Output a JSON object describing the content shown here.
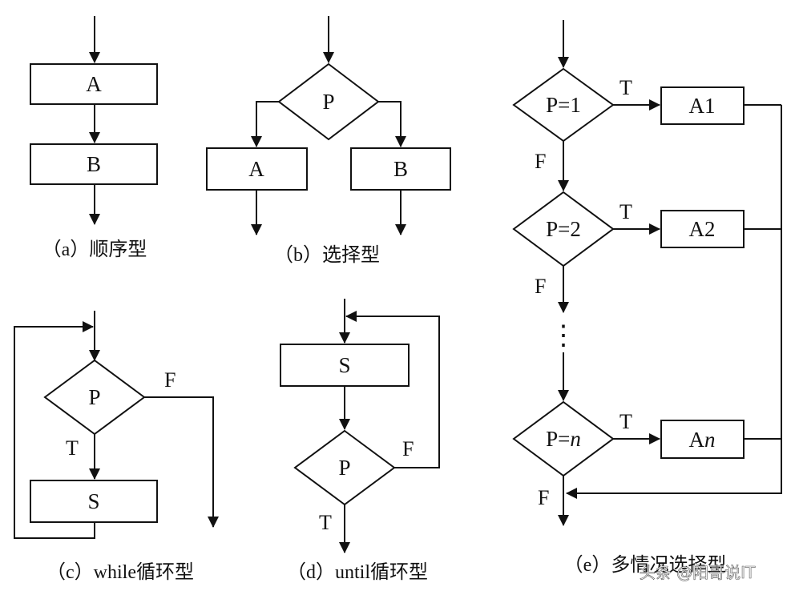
{
  "diagram_a": {
    "box1": "A",
    "box2": "B",
    "caption": "（a）顺序型"
  },
  "diagram_b": {
    "condition": "P",
    "left_box": "A",
    "right_box": "B",
    "caption": "（b）选择型"
  },
  "diagram_c": {
    "condition": "P",
    "false_label": "F",
    "true_label": "T",
    "body_box": "S",
    "caption": "（c）while循环型"
  },
  "diagram_d": {
    "body_box": "S",
    "condition": "P",
    "false_label": "F",
    "true_label": "T",
    "caption": "（d）until循环型"
  },
  "diagram_e": {
    "cond1_prefix": "P=",
    "cond1_value": "1",
    "cond2_prefix": "P=",
    "cond2_value": "2",
    "condn_prefix": "P=",
    "condn_value": "n",
    "box1_prefix": "A",
    "box1_value": "1",
    "box2_prefix": "A",
    "box2_value": "2",
    "boxn_prefix": "A",
    "boxn_value": "n",
    "true_label_1": "T",
    "true_label_2": "T",
    "true_label_n": "T",
    "false_label_1": "F",
    "false_label_2": "F",
    "false_label_n": "F",
    "ellipsis": "⋮",
    "caption": "（e）多情况选择型"
  },
  "watermark": "头条 @阳哥说IT"
}
